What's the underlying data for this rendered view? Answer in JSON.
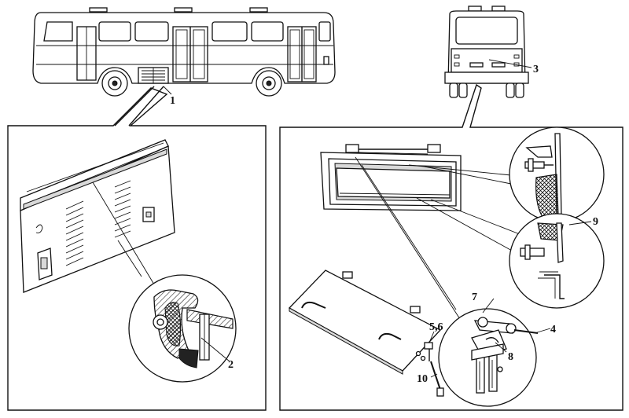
{
  "callouts": {
    "c1": "1",
    "c2": "2",
    "c3": "3",
    "c4": "4",
    "c56": "5,6",
    "c7": "7",
    "c8": "8",
    "c9": "9",
    "c10": "10"
  },
  "colors": {
    "ink": "#111111",
    "paper": "#ffffff",
    "hatch": "#d9d9d9"
  }
}
